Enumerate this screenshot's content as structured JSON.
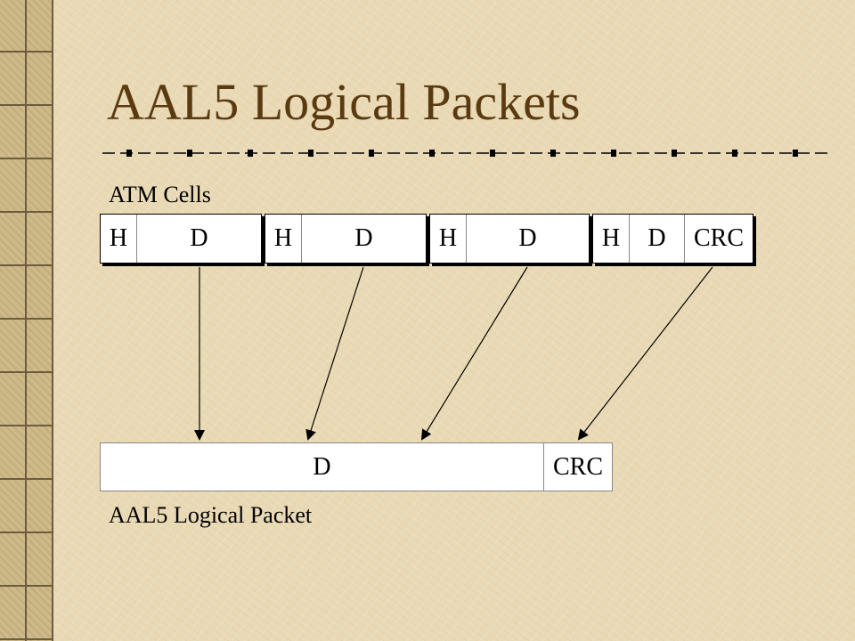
{
  "slide": {
    "title": "AAL5 Logical Packets",
    "atm_label": "ATM Cells",
    "packet_label": "AAL5 Logical Packet"
  },
  "atm_cells": [
    {
      "header": "H",
      "data": "D"
    },
    {
      "header": "H",
      "data": "D"
    },
    {
      "header": "H",
      "data": "D"
    },
    {
      "header": "H",
      "data": "D",
      "trailer": "CRC"
    }
  ],
  "logical_packet": {
    "data": "D",
    "trailer": "CRC"
  },
  "colors": {
    "title": "#5a3a10",
    "background": "#e9d9b5",
    "box": "#ffffff"
  }
}
